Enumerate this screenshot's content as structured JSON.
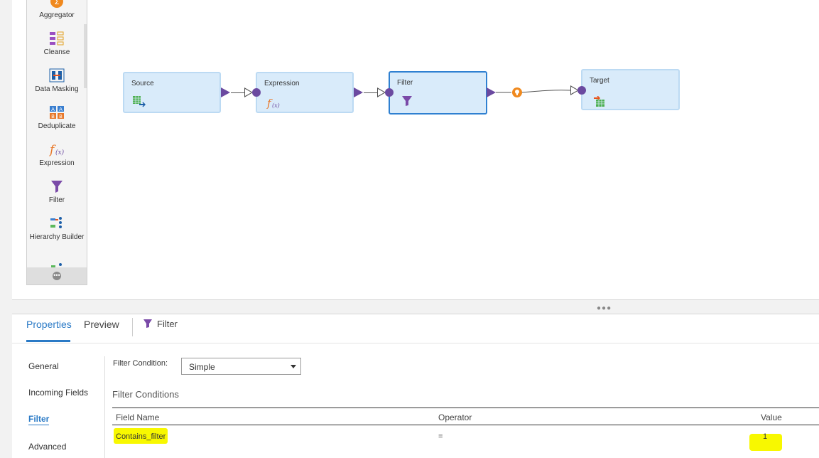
{
  "palette": {
    "items": [
      {
        "label": "Aggregator"
      },
      {
        "label": "Cleanse"
      },
      {
        "label": "Data Masking"
      },
      {
        "label": "Deduplicate"
      },
      {
        "label": "Expression"
      },
      {
        "label": "Filter"
      },
      {
        "label": "Hierarchy Builder"
      }
    ]
  },
  "canvas": {
    "nodes": [
      {
        "label": "Source",
        "icon": "source-table-icon"
      },
      {
        "label": "Expression",
        "icon": "expression-icon"
      },
      {
        "label": "Filter",
        "icon": "filter-funnel-icon"
      },
      {
        "label": "Target",
        "icon": "target-table-icon"
      }
    ]
  },
  "bottom_panel": {
    "tabs": [
      {
        "label": "Properties"
      },
      {
        "label": "Preview"
      }
    ],
    "object_label": "Filter",
    "side_nav": [
      {
        "label": "General"
      },
      {
        "label": "Incoming Fields"
      },
      {
        "label": "Filter"
      },
      {
        "label": "Advanced"
      }
    ],
    "filter_condition_label": "Filter Condition:",
    "filter_condition_value": "Simple",
    "filter_conditions_title": "Filter Conditions",
    "table": {
      "headers": [
        "Field Name",
        "Operator",
        "Value"
      ],
      "rows": [
        {
          "field": "Contains_filter",
          "operator": "=",
          "value": "1"
        }
      ]
    }
  },
  "colors": {
    "accent": "#2a7ac6",
    "node_fill": "#d9ebfa",
    "port": "#6b4aa0",
    "highlight": "#f8f800",
    "link_marker": "#f0891e"
  }
}
